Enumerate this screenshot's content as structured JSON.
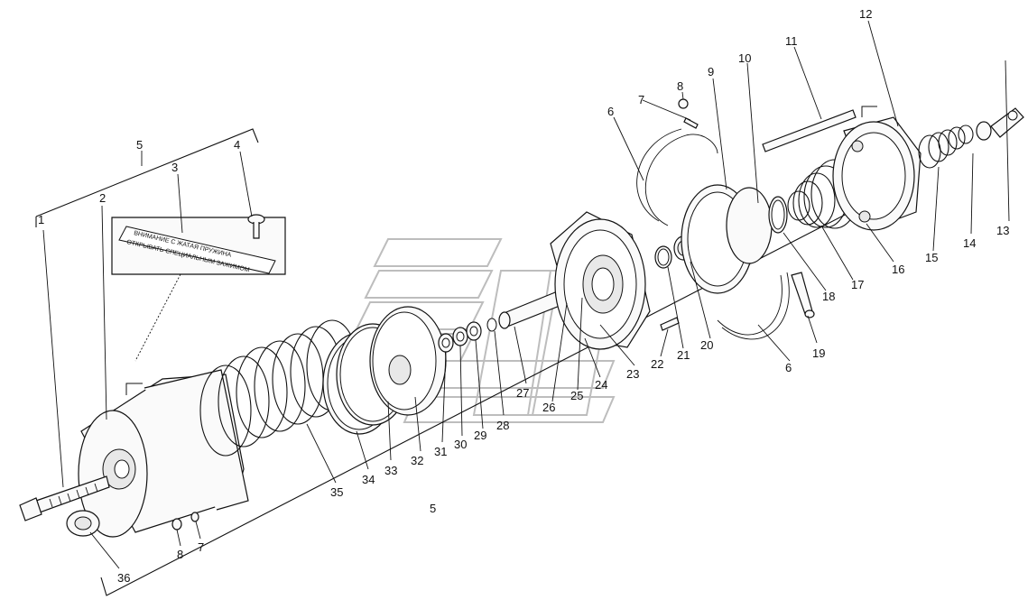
{
  "callouts": [
    {
      "id": "1",
      "text": "1"
    },
    {
      "id": "2",
      "text": "2"
    },
    {
      "id": "3",
      "text": "3"
    },
    {
      "id": "4",
      "text": "4"
    },
    {
      "id": "5a",
      "text": "5"
    },
    {
      "id": "5b",
      "text": "5"
    },
    {
      "id": "6a",
      "text": "6"
    },
    {
      "id": "6b",
      "text": "6"
    },
    {
      "id": "7a",
      "text": "7"
    },
    {
      "id": "7b",
      "text": "7"
    },
    {
      "id": "8a",
      "text": "8"
    },
    {
      "id": "8b",
      "text": "8"
    },
    {
      "id": "9",
      "text": "9"
    },
    {
      "id": "10",
      "text": "10"
    },
    {
      "id": "11",
      "text": "11"
    },
    {
      "id": "12",
      "text": "12"
    },
    {
      "id": "13",
      "text": "13"
    },
    {
      "id": "14",
      "text": "14"
    },
    {
      "id": "15",
      "text": "15"
    },
    {
      "id": "16",
      "text": "16"
    },
    {
      "id": "17",
      "text": "17"
    },
    {
      "id": "18",
      "text": "18"
    },
    {
      "id": "19",
      "text": "19"
    },
    {
      "id": "20",
      "text": "20"
    },
    {
      "id": "21",
      "text": "21"
    },
    {
      "id": "22",
      "text": "22"
    },
    {
      "id": "23",
      "text": "23"
    },
    {
      "id": "24",
      "text": "24"
    },
    {
      "id": "25",
      "text": "25"
    },
    {
      "id": "26",
      "text": "26"
    },
    {
      "id": "27",
      "text": "27"
    },
    {
      "id": "28",
      "text": "28"
    },
    {
      "id": "29",
      "text": "29"
    },
    {
      "id": "30",
      "text": "30"
    },
    {
      "id": "31",
      "text": "31"
    },
    {
      "id": "32",
      "text": "32"
    },
    {
      "id": "33",
      "text": "33"
    },
    {
      "id": "34",
      "text": "34"
    },
    {
      "id": "35",
      "text": "35"
    },
    {
      "id": "36",
      "text": "36"
    }
  ],
  "warning_plate": {
    "line1": "ВНИМАНИЕ  С ЖАТАЯ  ПРУЖИНА",
    "line2": "ОТКРЫВАТЬ  СПЕЦИАЛЬНЫМ  ЗАЖИМОМ"
  }
}
